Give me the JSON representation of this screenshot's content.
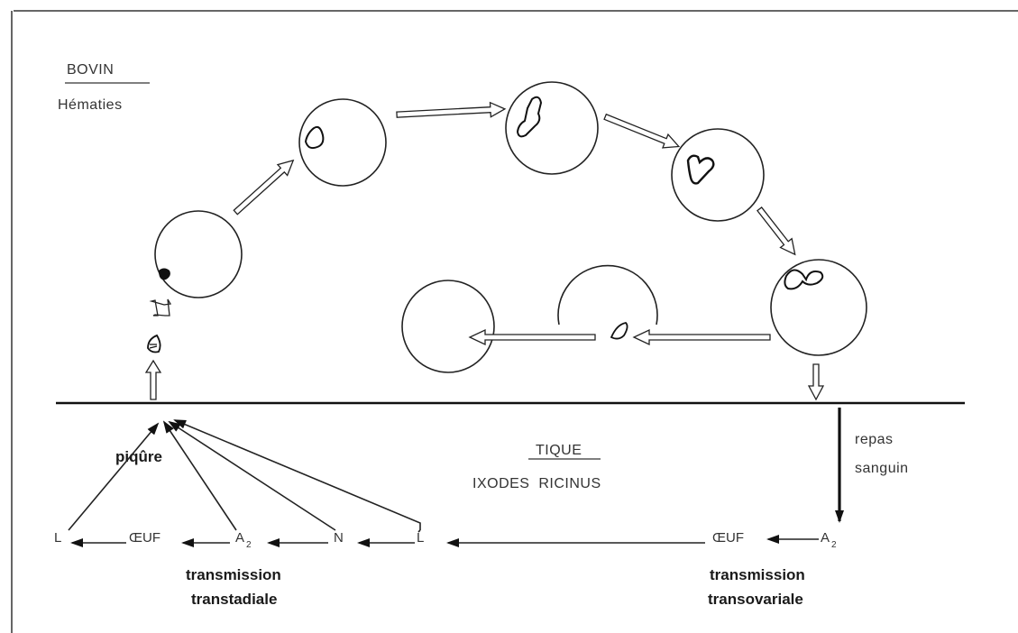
{
  "host": {
    "title": "BOVIN",
    "subtitle": "Hématies"
  },
  "vector": {
    "title": "TIQUE",
    "species": "IXODES  RICINUS"
  },
  "labels": {
    "bite": "piqûre",
    "blood_meal_line1": "repas",
    "blood_meal_line2": "sanguin",
    "transstadial_line1": "transmission",
    "transstadial_line2": "transtadiale",
    "transovarial_line1": "transmission",
    "transovarial_line2": "transovariale"
  },
  "stages": {
    "larva_left": "L",
    "egg_left": "ŒUF",
    "adult_left": "A",
    "adult_left_sub": "2",
    "nymph": "N",
    "larva_right": "L",
    "egg_right": "ŒUF",
    "adult_right": "A",
    "adult_right_sub": "2"
  }
}
